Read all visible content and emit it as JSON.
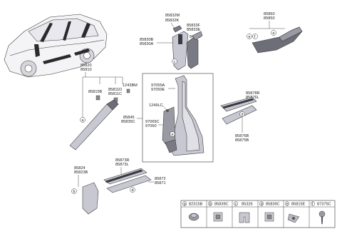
{
  "car": {
    "label": ""
  },
  "groups": {
    "a_pillar": {
      "upper": "85820",
      "lower": "85810",
      "parts": [
        "85815B",
        "85811D",
        "85811C",
        "1243BM",
        "85845",
        "85835C"
      ]
    },
    "b_pillar_upper": {
      "upper": "85832M",
      "lower": "85832K",
      "parts": [
        "85833F",
        "85833E",
        "84263",
        "85830B",
        "85830A"
      ]
    },
    "c_pillar": {
      "upper": "85860",
      "lower": "85850"
    },
    "b_pillar_lower": {
      "parts": [
        "97055A",
        "97050E",
        "1249LC",
        "97065C",
        "97060"
      ]
    },
    "rear_step": {
      "upper": "85878R",
      "lower": "85876L",
      "parts": [
        "85876B",
        "85875B"
      ]
    },
    "front_step": {
      "upper": "85873R",
      "lower": "85873L",
      "parts": [
        "85872",
        "85871"
      ]
    },
    "kick": {
      "upper": "85824",
      "lower": "85823B"
    }
  },
  "callouts": [
    "a",
    "b",
    "c",
    "d",
    "e",
    "f"
  ],
  "legend": [
    {
      "letter": "a",
      "part": "82315B"
    },
    {
      "letter": "b",
      "part": "85839C"
    },
    {
      "letter": "c",
      "part": "85326"
    },
    {
      "letter": "d",
      "part": "85839C"
    },
    {
      "letter": "e",
      "part": "85815E"
    },
    {
      "letter": "f",
      "part": "87375C"
    }
  ],
  "colors": {
    "part_fill": "#c8c8d2",
    "part_dark": "#6e6e78",
    "line": "#333333"
  }
}
